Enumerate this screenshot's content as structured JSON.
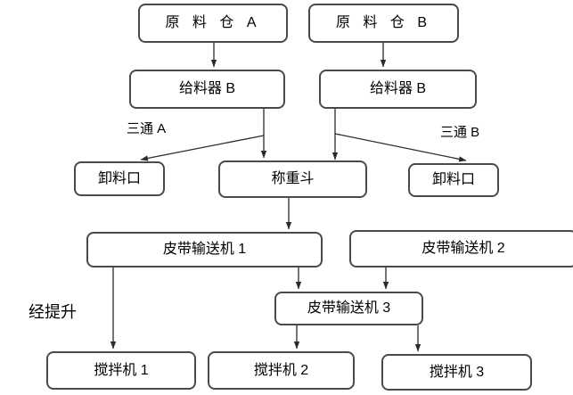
{
  "diagram": {
    "nodes": {
      "raw_bin_a": "原 料 仓 A",
      "raw_bin_b": "原 料 仓 B",
      "feeder_a": "给料器 B",
      "feeder_b": "给料器 B",
      "discharge_a": "卸料口",
      "weigh_hopper": "称重斗",
      "discharge_b": "卸料口",
      "conveyor_1": "皮带输送机 1",
      "conveyor_2": "皮带输送机 2",
      "conveyor_3": "皮带输送机 3",
      "mixer_1": "搅拌机 1",
      "mixer_2": "搅拌机 2",
      "mixer_3": "搅拌机 3"
    },
    "labels": {
      "tee_a": "三通 A",
      "tee_b": "三通 B",
      "lift_note": "经提升"
    },
    "colors": {
      "background": "#ffffff",
      "box_fill": "#ffffff",
      "box_border": "#4a4a4a",
      "text": "#000000",
      "connector": "#2b2b2b"
    }
  }
}
